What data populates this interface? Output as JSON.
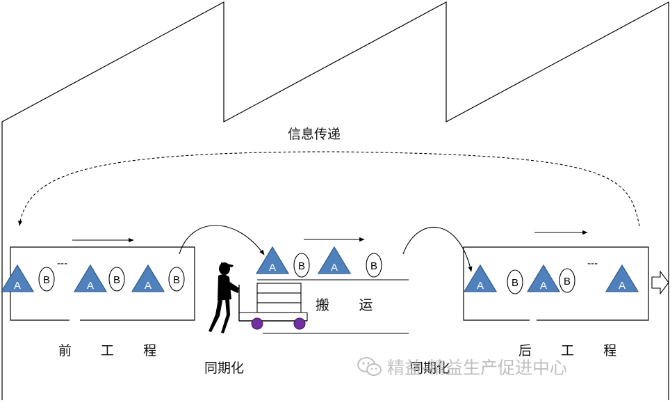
{
  "labels": {
    "info_transfer": "信息传递",
    "front_process": "前 工 程",
    "synchronization_left": "同期化",
    "synchronization_right": "同期化",
    "conveyance": "搬 运",
    "rear_process": "后 工 程"
  },
  "items": {
    "triangle_letter": "A",
    "circle_letter": "B",
    "ellipsis": "---"
  },
  "watermark": {
    "text": "精益生产促进中心",
    "prefix": "精益"
  },
  "colors": {
    "triangle_fill": "#4f81bd",
    "triangle_stroke": "#385d8a",
    "wheel": "#7030a0",
    "line": "#000000"
  }
}
